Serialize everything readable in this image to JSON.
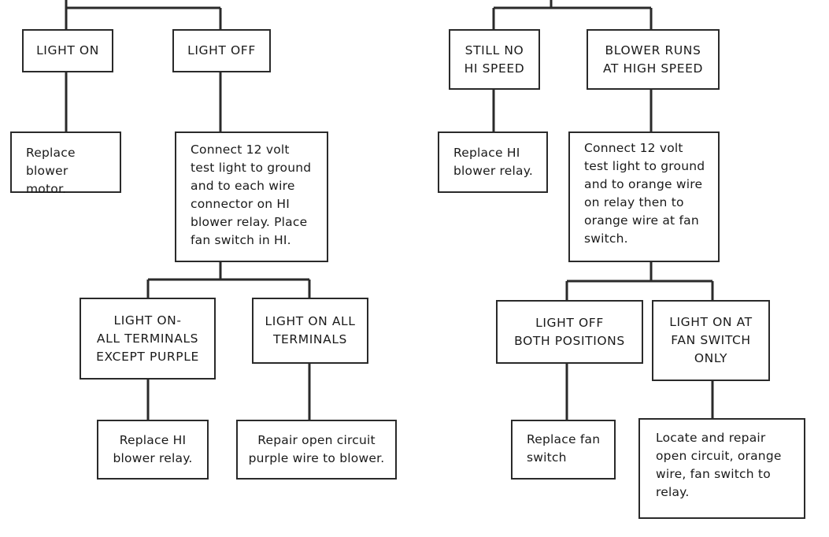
{
  "left_tree": {
    "light_on": "LIGHT ON",
    "light_off": "LIGHT OFF",
    "replace_blower_motor": "Replace\nblower motor.",
    "connect_test_light_hi_relay": "Connect 12 volt\ntest light to ground\nand to each wire\nconnector on HI\nblower relay. Place\nfan switch in HI.",
    "light_on_except_purple": "LIGHT ON-\nALL TERMINALS\nEXCEPT PURPLE",
    "light_on_all_terminals": "LIGHT ON ALL\nTERMINALS",
    "replace_hi_relay": "Replace HI\nblower relay.",
    "repair_purple_wire": "Repair open circuit\npurple wire to blower."
  },
  "right_tree": {
    "still_no_hi_speed": "STILL NO\nHI SPEED",
    "blower_runs_high": "BLOWER RUNS\nAT HIGH SPEED",
    "replace_hi_relay": "Replace HI\nblower relay.",
    "connect_test_light_orange": "Connect 12 volt\ntest light to ground\nand to orange wire\non relay then to\norange wire at fan\nswitch.",
    "light_off_both_positions": "LIGHT OFF\nBOTH POSITIONS",
    "light_on_fan_switch_only": "LIGHT ON AT\nFAN SWITCH\nONLY",
    "replace_fan_switch": "Replace fan\nswitch",
    "repair_orange_wire": "Locate and repair\nopen circuit, orange\nwire, fan switch to\nrelay."
  }
}
